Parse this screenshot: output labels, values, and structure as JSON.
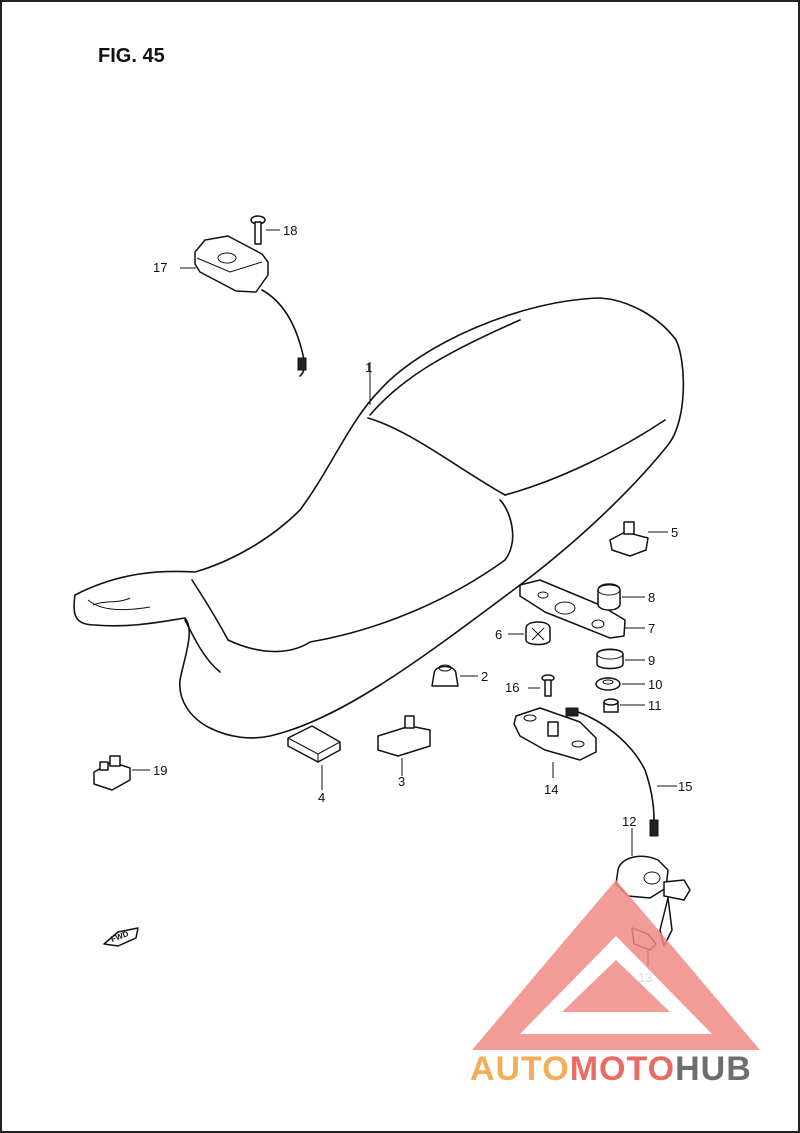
{
  "figure": {
    "title": "FIG. 45"
  },
  "fwd_label": "FWD",
  "callouts": [
    {
      "id": "1",
      "label": "1"
    },
    {
      "id": "2",
      "label": "2"
    },
    {
      "id": "3",
      "label": "3"
    },
    {
      "id": "4",
      "label": "4"
    },
    {
      "id": "5",
      "label": "5"
    },
    {
      "id": "6",
      "label": "6"
    },
    {
      "id": "7",
      "label": "7"
    },
    {
      "id": "8",
      "label": "8"
    },
    {
      "id": "9",
      "label": "9"
    },
    {
      "id": "10",
      "label": "10"
    },
    {
      "id": "11",
      "label": "11"
    },
    {
      "id": "12",
      "label": "12"
    },
    {
      "id": "13",
      "label": "13"
    },
    {
      "id": "14",
      "label": "14"
    },
    {
      "id": "15",
      "label": "15"
    },
    {
      "id": "16",
      "label": "16"
    },
    {
      "id": "17",
      "label": "17"
    },
    {
      "id": "18",
      "label": "18"
    },
    {
      "id": "19",
      "label": "19"
    }
  ],
  "watermark": {
    "part1": "AUTO",
    "part2": "MOTO",
    "part3": "HUB",
    "colors": {
      "orange": "#f2a23a",
      "red": "#e8524a",
      "gray": "#555555",
      "triangle": "#f08a86"
    }
  }
}
